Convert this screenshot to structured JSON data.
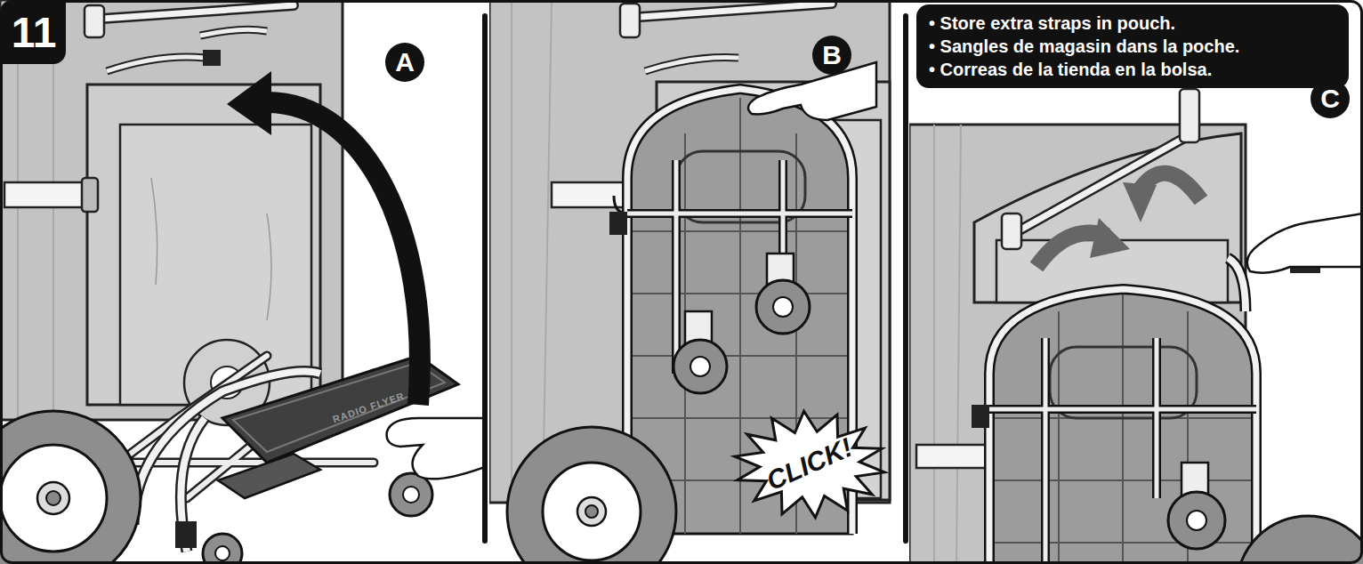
{
  "diagram": {
    "nodes": [
      {
        "text": [
          "11"
        ]
      },
      {
        "text": [
          "A"
        ]
      },
      {
        "text": [
          "B"
        ]
      },
      {
        "text": [
          "CLICK!"
        ]
      },
      {
        "text": [
          "• Store extra straps in pouch.",
          "• Sangles de magasin dans la poche.",
          "• Correas de la tienda en la bolsa."
        ]
      },
      {
        "text": [
          "C"
        ]
      }
    ],
    "edges": [],
    "labels": [
      "RADIO FLYER"
    ]
  }
}
